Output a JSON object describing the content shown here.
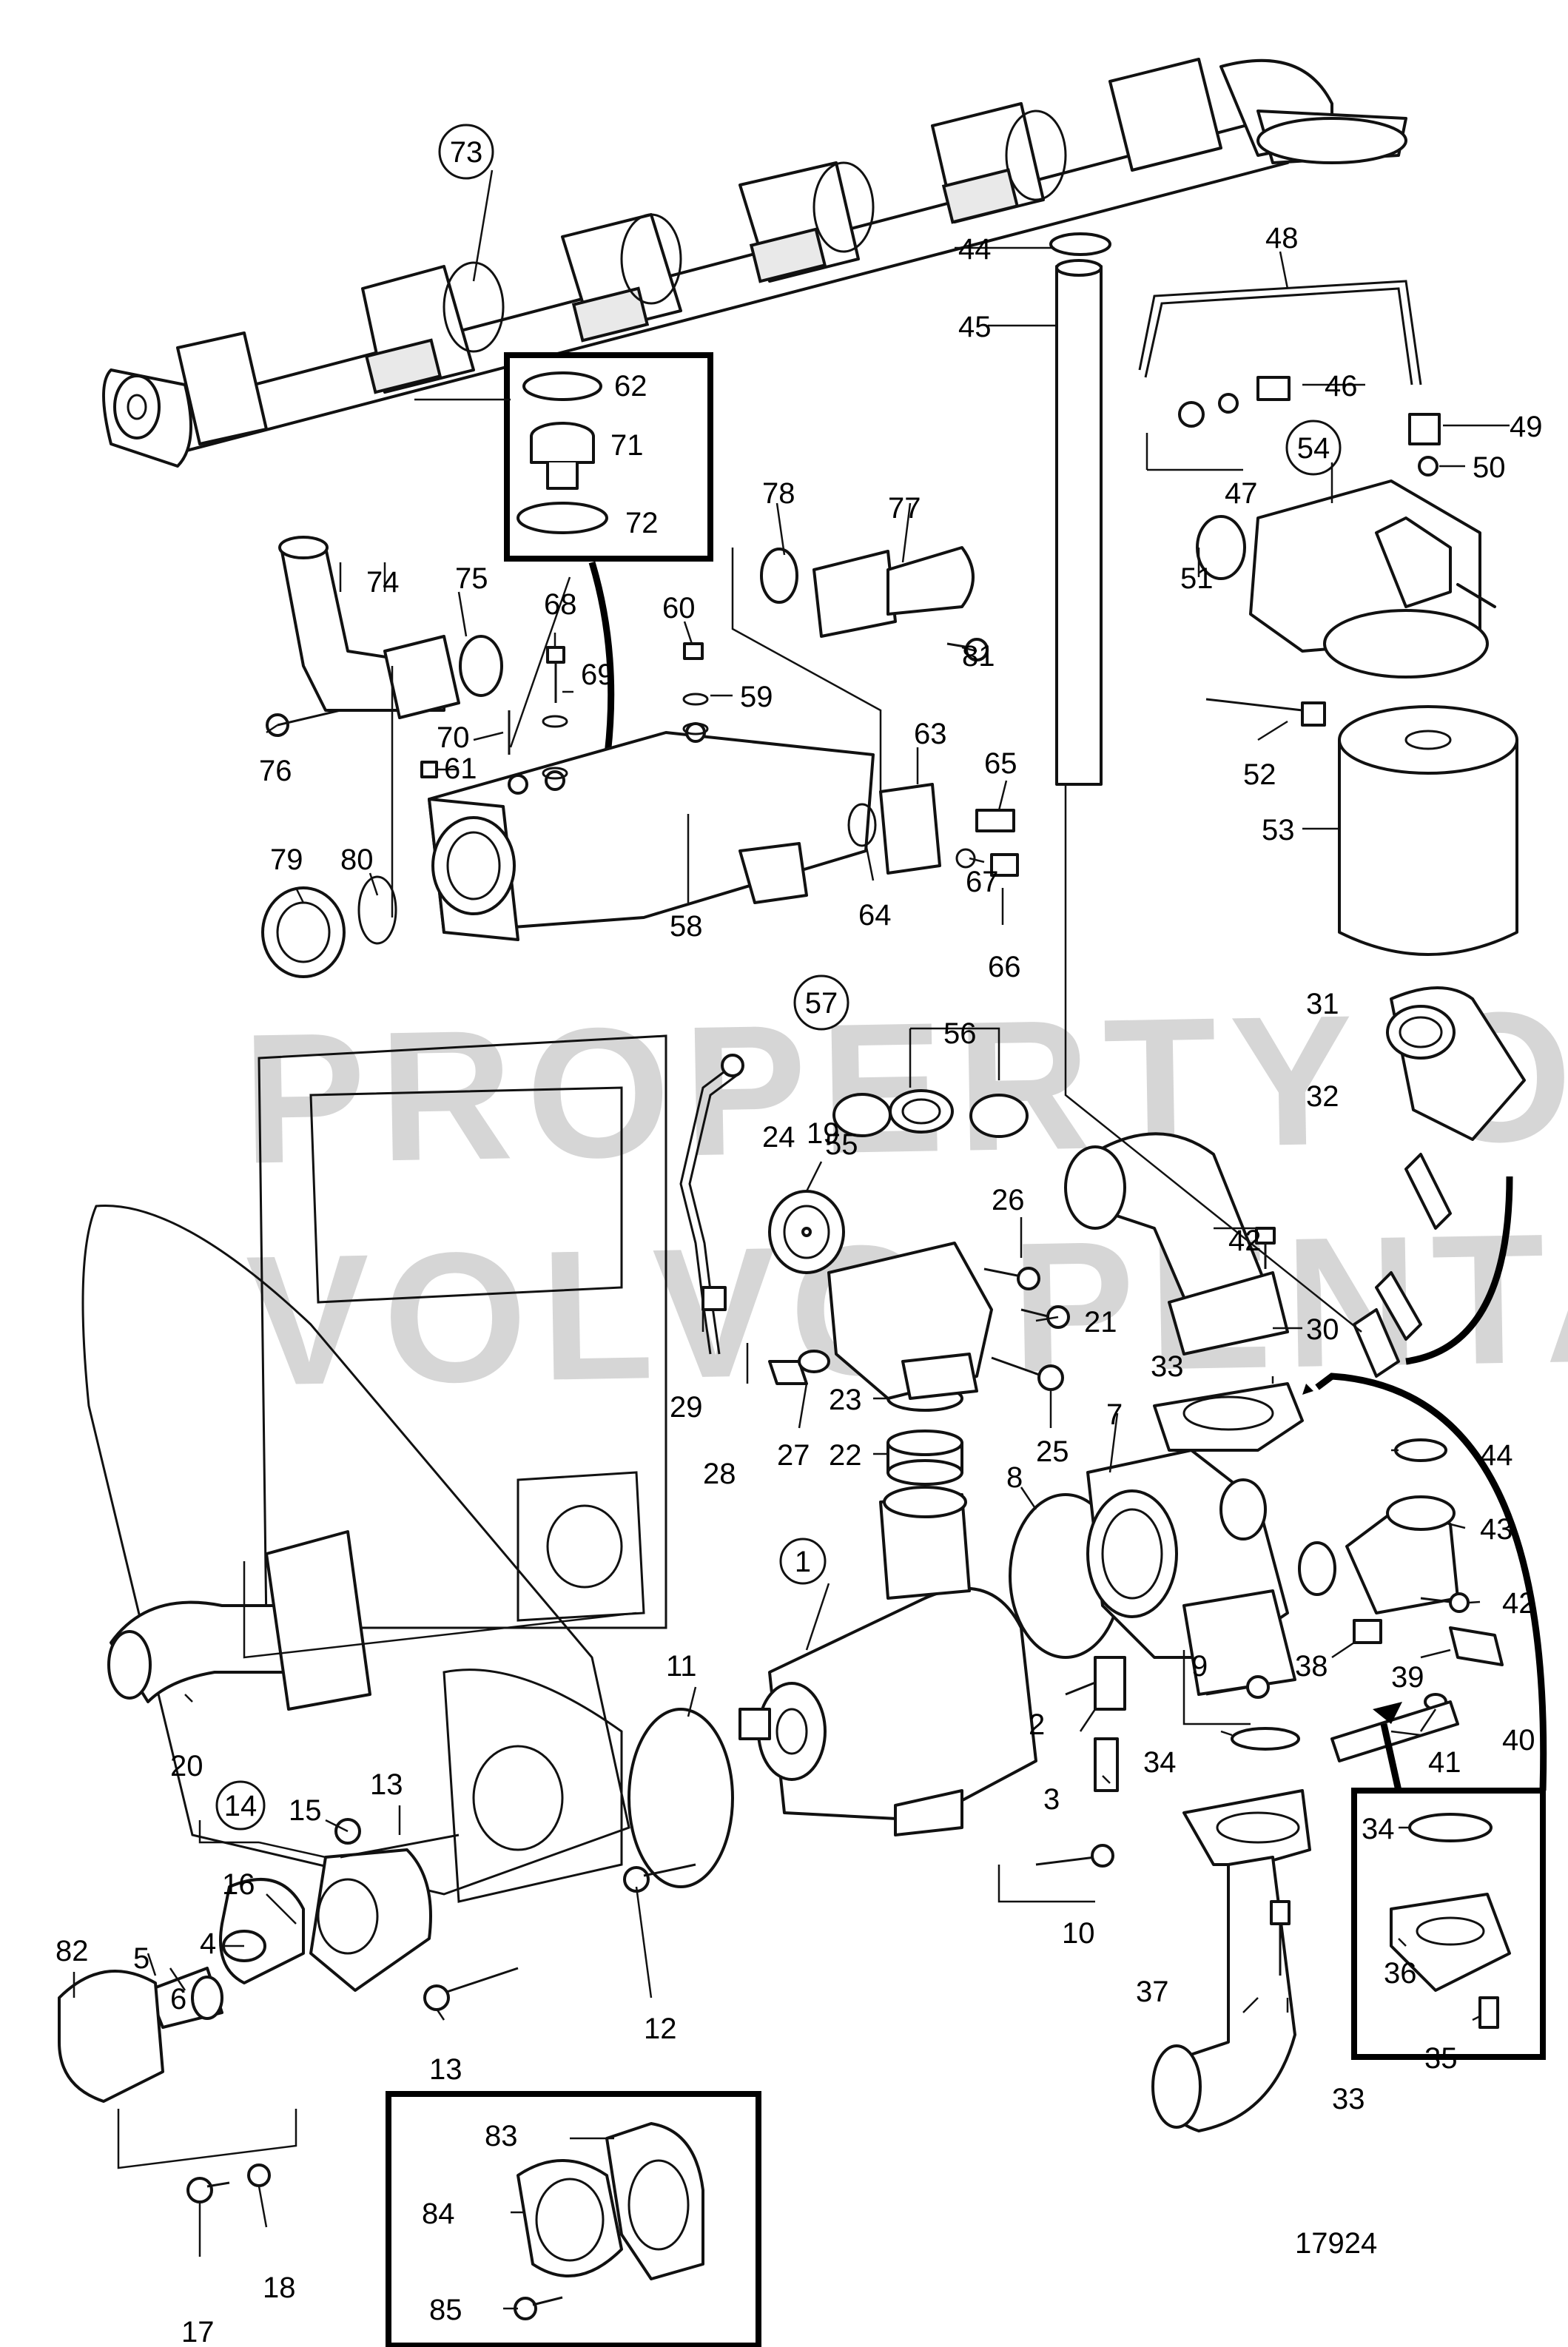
{
  "watermark": [
    "PROPERTY OF",
    "VOLVO PENTA"
  ],
  "drawing_number": "17924",
  "callouts": [
    "1",
    "2",
    "3",
    "4",
    "5",
    "6",
    "7",
    "8",
    "9",
    "10",
    "11",
    "12",
    "13",
    "13",
    "14",
    "15",
    "16",
    "17",
    "18",
    "19",
    "20",
    "21",
    "22",
    "23",
    "24",
    "25",
    "26",
    "27",
    "28",
    "29",
    "30",
    "31",
    "32",
    "33",
    "33",
    "34",
    "34",
    "35",
    "36",
    "37",
    "38",
    "39",
    "40",
    "41",
    "42",
    "42",
    "43",
    "44",
    "44",
    "45",
    "46",
    "47",
    "48",
    "49",
    "50",
    "51",
    "52",
    "53",
    "54",
    "55",
    "56",
    "57",
    "58",
    "59",
    "60",
    "61",
    "62",
    "63",
    "64",
    "65",
    "66",
    "67",
    "68",
    "69",
    "70",
    "71",
    "72",
    "73",
    "74",
    "75",
    "76",
    "77",
    "78",
    "79",
    "80",
    "81",
    "82",
    "83",
    "84",
    "85"
  ]
}
